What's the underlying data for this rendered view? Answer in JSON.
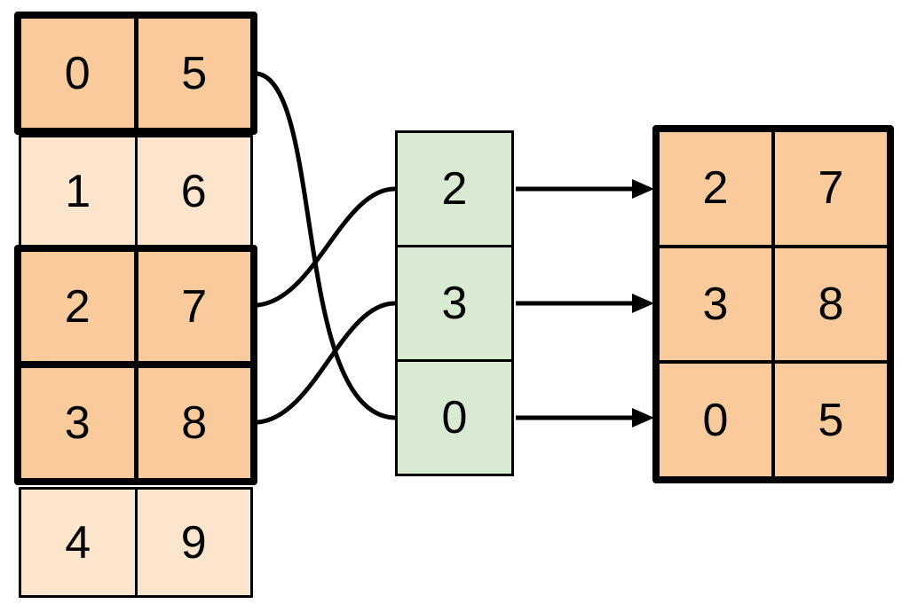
{
  "source_table": {
    "rows": [
      {
        "highlighted": true,
        "cells": [
          "0",
          "5"
        ]
      },
      {
        "highlighted": false,
        "cells": [
          "1",
          "6"
        ]
      },
      {
        "highlighted": true,
        "cells": [
          "2",
          "7"
        ]
      },
      {
        "highlighted": true,
        "cells": [
          "3",
          "8"
        ]
      },
      {
        "highlighted": false,
        "cells": [
          "4",
          "9"
        ]
      }
    ]
  },
  "index_column": {
    "cells": [
      "2",
      "3",
      "0"
    ]
  },
  "result_table": {
    "rows": [
      {
        "cells": [
          "2",
          "7"
        ]
      },
      {
        "cells": [
          "3",
          "8"
        ]
      },
      {
        "cells": [
          "0",
          "5"
        ]
      }
    ]
  },
  "connections": {
    "curves": [
      {
        "from": "source-row-0",
        "to": "index-cell-2"
      },
      {
        "from": "source-row-2",
        "to": "index-cell-0"
      },
      {
        "from": "source-row-3",
        "to": "index-cell-1"
      }
    ],
    "arrows": [
      {
        "from": "index-cell-0",
        "to": "result-row-0"
      },
      {
        "from": "index-cell-1",
        "to": "result-row-1"
      },
      {
        "from": "index-cell-2",
        "to": "result-row-2"
      }
    ]
  },
  "colors": {
    "highlight_fill": "#F9CB9C",
    "muted_fill": "#FCE5CD",
    "index_fill": "#D9EAD3",
    "line": "#000000",
    "background": "#FFFFFF"
  }
}
